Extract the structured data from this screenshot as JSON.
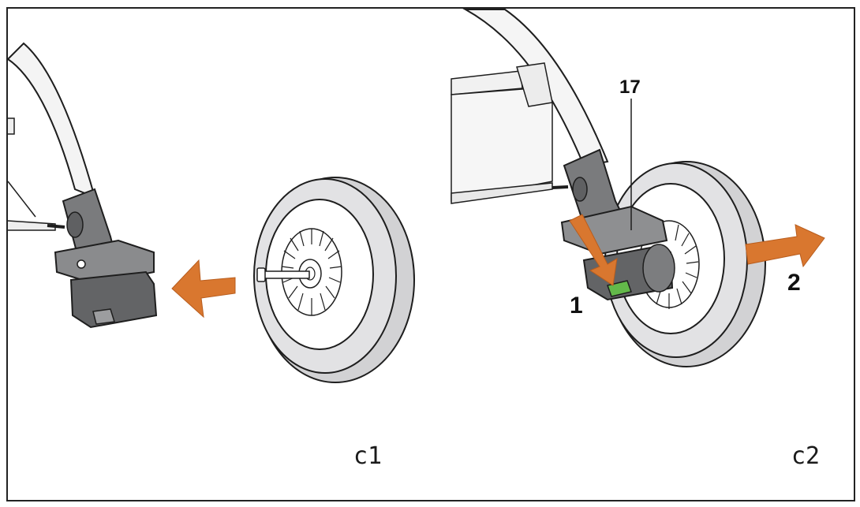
{
  "panels": [
    {
      "caption": "c1"
    },
    {
      "caption": "c2"
    }
  ],
  "callouts": {
    "part_number": "17",
    "step_1": "1",
    "step_2": "2"
  },
  "colors": {
    "arrow": "#d9772f",
    "frame_border": "#222222",
    "tire": "#d8d8da",
    "housing": "#6b6c6e",
    "housing_light": "#9a9b9d",
    "release_button": "#63b94a",
    "stroke": "#1e1e1e"
  },
  "icons": {
    "removal_arrow": "arrow-left-icon",
    "release_arrow": "arrow-down-icon",
    "pull_arrow": "arrow-right-icon"
  }
}
